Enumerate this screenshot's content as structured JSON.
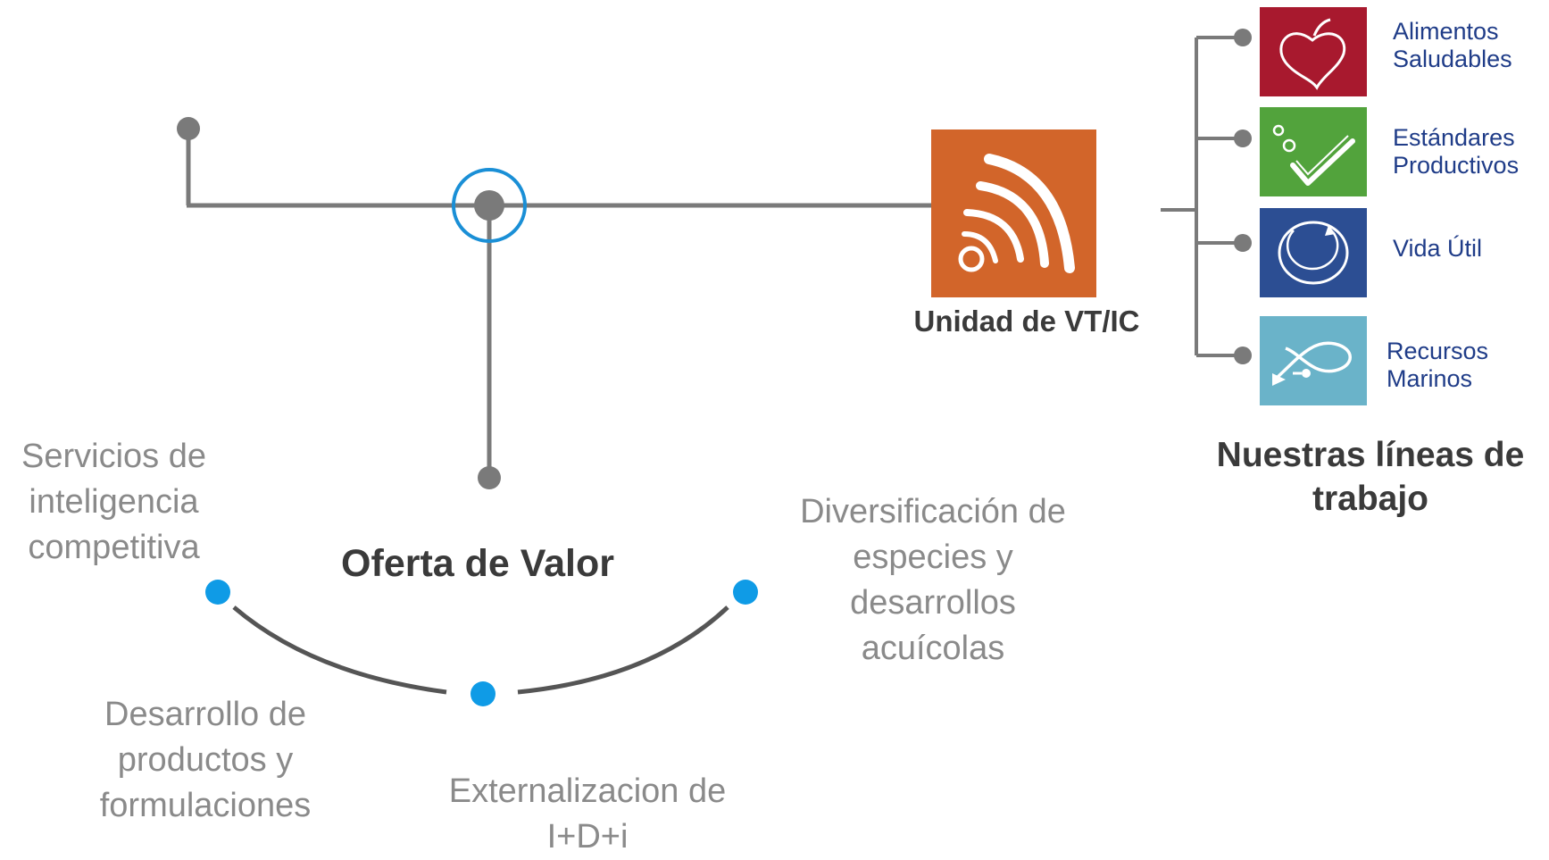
{
  "unit": {
    "label": "Unidad de VT/IC",
    "icon": "wifi-signal-icon",
    "color": "#d2652a"
  },
  "value_offer": {
    "title": "Oferta de Valor",
    "items": [
      "Servicios de inteligencia competitiva",
      "Desarrollo de productos y formulaciones",
      "Externalizacion de I+D+i",
      "Diversificación de especies y desarrollos acuícolas"
    ]
  },
  "work_lines": {
    "title": "Nuestras líneas de trabajo",
    "items": [
      {
        "label": "Alimentos Saludables",
        "icon": "apple-heart-icon",
        "color": "#a8192e"
      },
      {
        "label": "Estándares Productivos",
        "icon": "check-bubbles-icon",
        "color": "#52a33c"
      },
      {
        "label": "Vida Útil",
        "icon": "cycle-arrows-icon",
        "color": "#2c4e93"
      },
      {
        "label": "Recursos Marinos",
        "icon": "fish-icon",
        "color": "#6ab3c9"
      }
    ]
  },
  "colors": {
    "connector": "#7a7a7a",
    "highlight_ring": "#1a8fd6",
    "bullet": "#0f9be6",
    "arc": "#555555"
  }
}
